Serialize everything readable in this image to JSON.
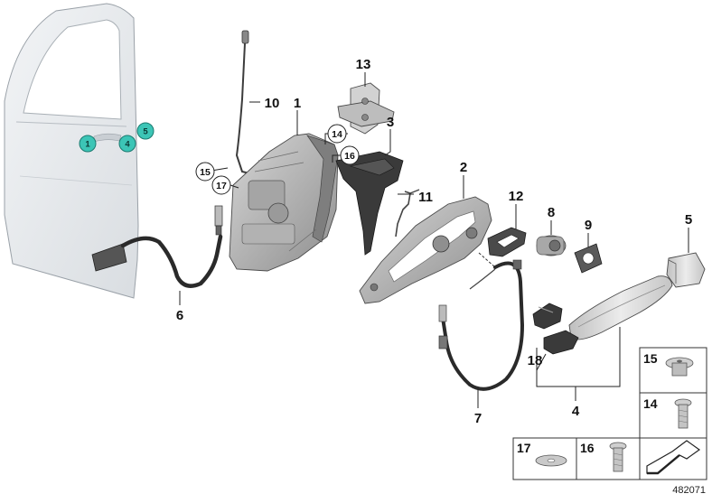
{
  "callouts": [
    {
      "id": "c1",
      "label": "1"
    },
    {
      "id": "c2",
      "label": "2"
    },
    {
      "id": "c3",
      "label": "3"
    },
    {
      "id": "c4",
      "label": "4"
    },
    {
      "id": "c5",
      "label": "5"
    },
    {
      "id": "c6",
      "label": "6"
    },
    {
      "id": "c7",
      "label": "7"
    },
    {
      "id": "c8",
      "label": "8"
    },
    {
      "id": "c9",
      "label": "9"
    },
    {
      "id": "c10",
      "label": "10"
    },
    {
      "id": "c11",
      "label": "11"
    },
    {
      "id": "c12",
      "label": "12"
    },
    {
      "id": "c13",
      "label": "13"
    },
    {
      "id": "c18",
      "label": "18"
    }
  ],
  "circled_callouts": [
    {
      "id": "cc14",
      "label": "14"
    },
    {
      "id": "cc15",
      "label": "15"
    },
    {
      "id": "cc16",
      "label": "16"
    },
    {
      "id": "cc17",
      "label": "17"
    }
  ],
  "door_markers": [
    {
      "id": "t1",
      "label": "1"
    },
    {
      "id": "t4",
      "label": "4"
    },
    {
      "id": "t5",
      "label": "5"
    }
  ],
  "hardware_boxes": [
    {
      "id": "b15",
      "label": "15"
    },
    {
      "id": "b14",
      "label": "14"
    },
    {
      "id": "b17",
      "label": "17"
    },
    {
      "id": "b16",
      "label": "16"
    }
  ],
  "diagram_code": "482071",
  "colors": {
    "teal_marker": "#3cc5b6",
    "line": "#222222",
    "part_grey": "#b8b8b8",
    "part_dark": "#3a3a3a"
  }
}
